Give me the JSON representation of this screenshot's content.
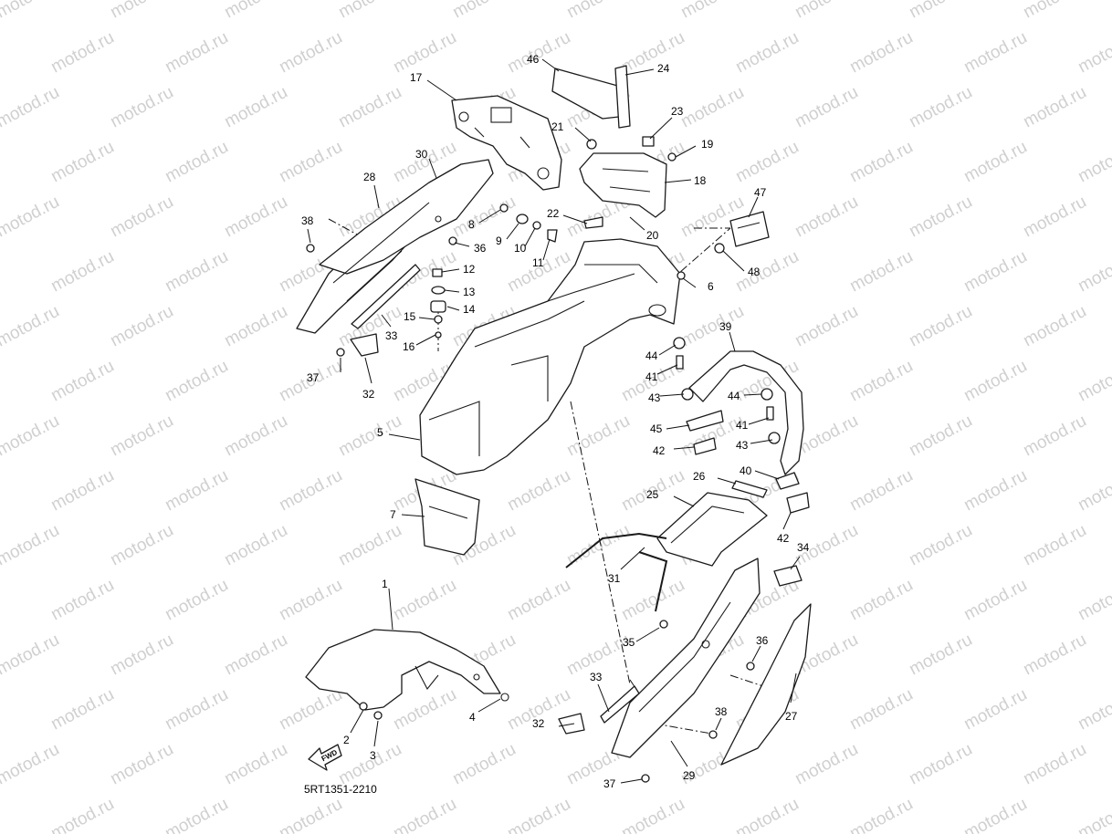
{
  "watermark": "motod.ru",
  "diagram_code": "5RT1351-2210",
  "fwd_label": "FWD",
  "callouts": [
    {
      "id": "c1",
      "label": "1"
    },
    {
      "id": "c2",
      "label": "2"
    },
    {
      "id": "c3",
      "label": "3"
    },
    {
      "id": "c4",
      "label": "4"
    },
    {
      "id": "c5",
      "label": "5"
    },
    {
      "id": "c6",
      "label": "6"
    },
    {
      "id": "c7",
      "label": "7"
    },
    {
      "id": "c8",
      "label": "8"
    },
    {
      "id": "c9",
      "label": "9"
    },
    {
      "id": "c10",
      "label": "10"
    },
    {
      "id": "c11",
      "label": "11"
    },
    {
      "id": "c12",
      "label": "12"
    },
    {
      "id": "c13",
      "label": "13"
    },
    {
      "id": "c14",
      "label": "14"
    },
    {
      "id": "c15",
      "label": "15"
    },
    {
      "id": "c16",
      "label": "16"
    },
    {
      "id": "c17",
      "label": "17"
    },
    {
      "id": "c18",
      "label": "18"
    },
    {
      "id": "c19",
      "label": "19"
    },
    {
      "id": "c20",
      "label": "20"
    },
    {
      "id": "c21",
      "label": "21"
    },
    {
      "id": "c22",
      "label": "22"
    },
    {
      "id": "c23",
      "label": "23"
    },
    {
      "id": "c24",
      "label": "24"
    },
    {
      "id": "c25",
      "label": "25"
    },
    {
      "id": "c26",
      "label": "26"
    },
    {
      "id": "c27",
      "label": "27"
    },
    {
      "id": "c28",
      "label": "28"
    },
    {
      "id": "c29",
      "label": "29"
    },
    {
      "id": "c30",
      "label": "30"
    },
    {
      "id": "c31",
      "label": "31"
    },
    {
      "id": "c32a",
      "label": "32"
    },
    {
      "id": "c32b",
      "label": "32"
    },
    {
      "id": "c33a",
      "label": "33"
    },
    {
      "id": "c33b",
      "label": "33"
    },
    {
      "id": "c34",
      "label": "34"
    },
    {
      "id": "c35",
      "label": "35"
    },
    {
      "id": "c36a",
      "label": "36"
    },
    {
      "id": "c36b",
      "label": "36"
    },
    {
      "id": "c37a",
      "label": "37"
    },
    {
      "id": "c37b",
      "label": "37"
    },
    {
      "id": "c38a",
      "label": "38"
    },
    {
      "id": "c38b",
      "label": "38"
    },
    {
      "id": "c39",
      "label": "39"
    },
    {
      "id": "c40",
      "label": "40"
    },
    {
      "id": "c41a",
      "label": "41"
    },
    {
      "id": "c41b",
      "label": "41"
    },
    {
      "id": "c42a",
      "label": "42"
    },
    {
      "id": "c42b",
      "label": "42"
    },
    {
      "id": "c43a",
      "label": "43"
    },
    {
      "id": "c43b",
      "label": "43"
    },
    {
      "id": "c44a",
      "label": "44"
    },
    {
      "id": "c44b",
      "label": "44"
    },
    {
      "id": "c45",
      "label": "45"
    },
    {
      "id": "c46",
      "label": "46"
    },
    {
      "id": "c47",
      "label": "47"
    },
    {
      "id": "c48",
      "label": "48"
    }
  ]
}
